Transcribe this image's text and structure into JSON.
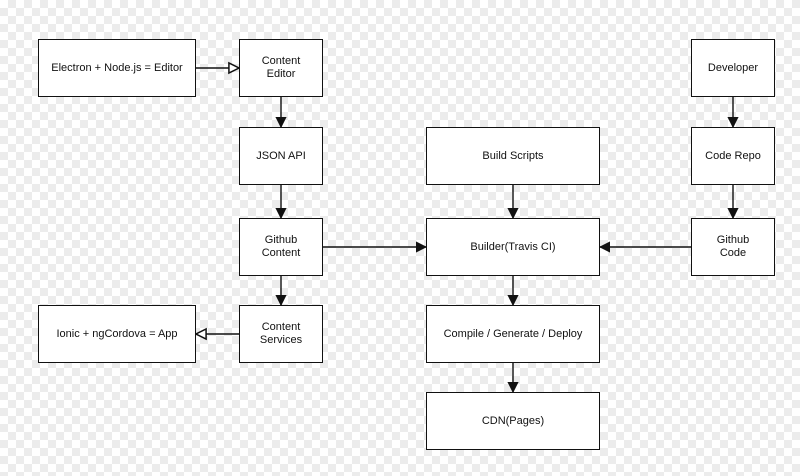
{
  "nodes": {
    "electron_editor": "Electron + Node.js = Editor",
    "content_editor": [
      "Content",
      "Editor"
    ],
    "json_api": "JSON API",
    "github_content": [
      "Github",
      "Content"
    ],
    "content_services": [
      "Content",
      "Services"
    ],
    "ionic_app": "Ionic + ngCordova = App",
    "build_scripts": "Build Scripts",
    "builder": "Builder(Travis CI)",
    "compile": "Compile / Generate / Deploy",
    "cdn": "CDN(Pages)",
    "developer": "Developer",
    "code_repo": "Code Repo",
    "github_code": [
      "Github",
      "Code"
    ]
  },
  "edges": [
    {
      "from": "electron_editor",
      "to": "content_editor",
      "arrow": "open"
    },
    {
      "from": "content_editor",
      "to": "json_api",
      "arrow": "filled"
    },
    {
      "from": "json_api",
      "to": "github_content",
      "arrow": "filled"
    },
    {
      "from": "github_content",
      "to": "content_services",
      "arrow": "filled"
    },
    {
      "from": "content_services",
      "to": "ionic_app",
      "arrow": "open"
    },
    {
      "from": "github_content",
      "to": "builder",
      "arrow": "filled"
    },
    {
      "from": "build_scripts",
      "to": "builder",
      "arrow": "filled"
    },
    {
      "from": "github_code",
      "to": "builder",
      "arrow": "filled"
    },
    {
      "from": "builder",
      "to": "compile",
      "arrow": "filled"
    },
    {
      "from": "compile",
      "to": "cdn",
      "arrow": "filled"
    },
    {
      "from": "developer",
      "to": "code_repo",
      "arrow": "filled"
    },
    {
      "from": "code_repo",
      "to": "github_code",
      "arrow": "filled"
    }
  ],
  "colors": {
    "stroke": "#111111",
    "node_fill": "#ffffff",
    "checker": "#ececec"
  }
}
